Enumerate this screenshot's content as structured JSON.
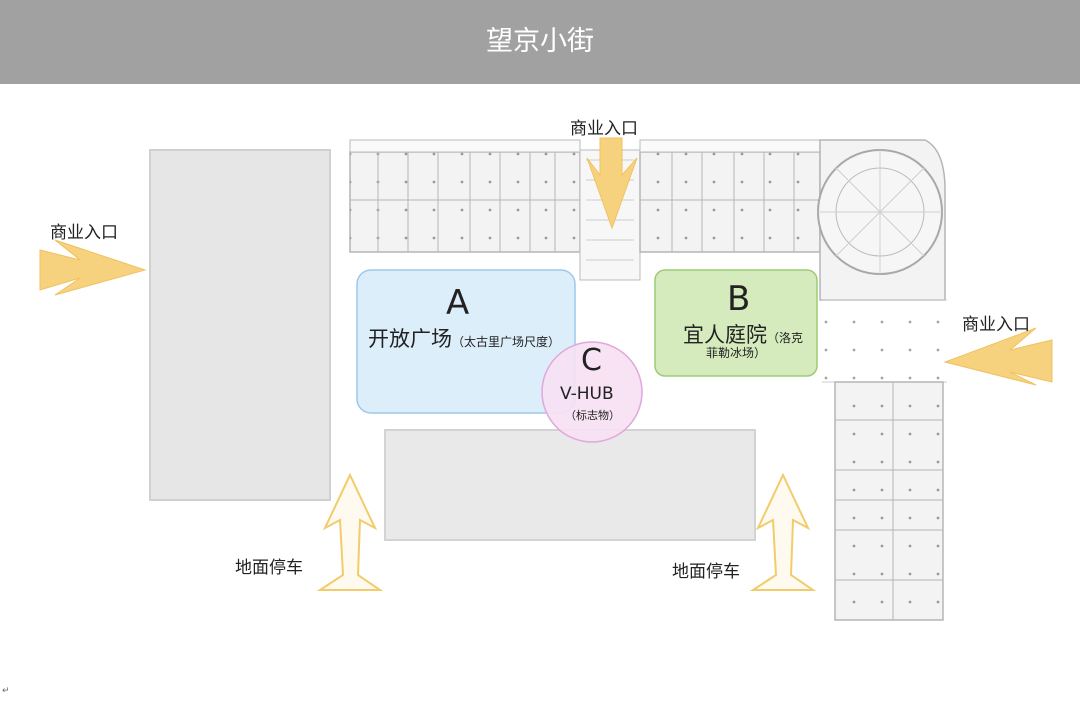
{
  "header": {
    "title": "望京小街"
  },
  "entrances": {
    "top": "商业入口",
    "left": "商业入口",
    "right": "商业入口"
  },
  "parking": {
    "left": "地面停车",
    "right": "地面停车"
  },
  "zones": {
    "a": {
      "letter": "A",
      "name": "开放广场",
      "note": "（太古里广场尺度）",
      "color": "#ddeefb"
    },
    "b": {
      "letter": "B",
      "name": "宜人庭院",
      "note_line1": "（洛克",
      "note_line2": "菲勒冰场）",
      "color": "#d5ebbd"
    },
    "c": {
      "letter": "C",
      "name": "V-HUB",
      "note": "（标志物）",
      "color": "#f6e1f3"
    }
  },
  "colors": {
    "arrow_yellow": "#f7d27e",
    "building": "#e8e8e8"
  },
  "footnote": "↵"
}
